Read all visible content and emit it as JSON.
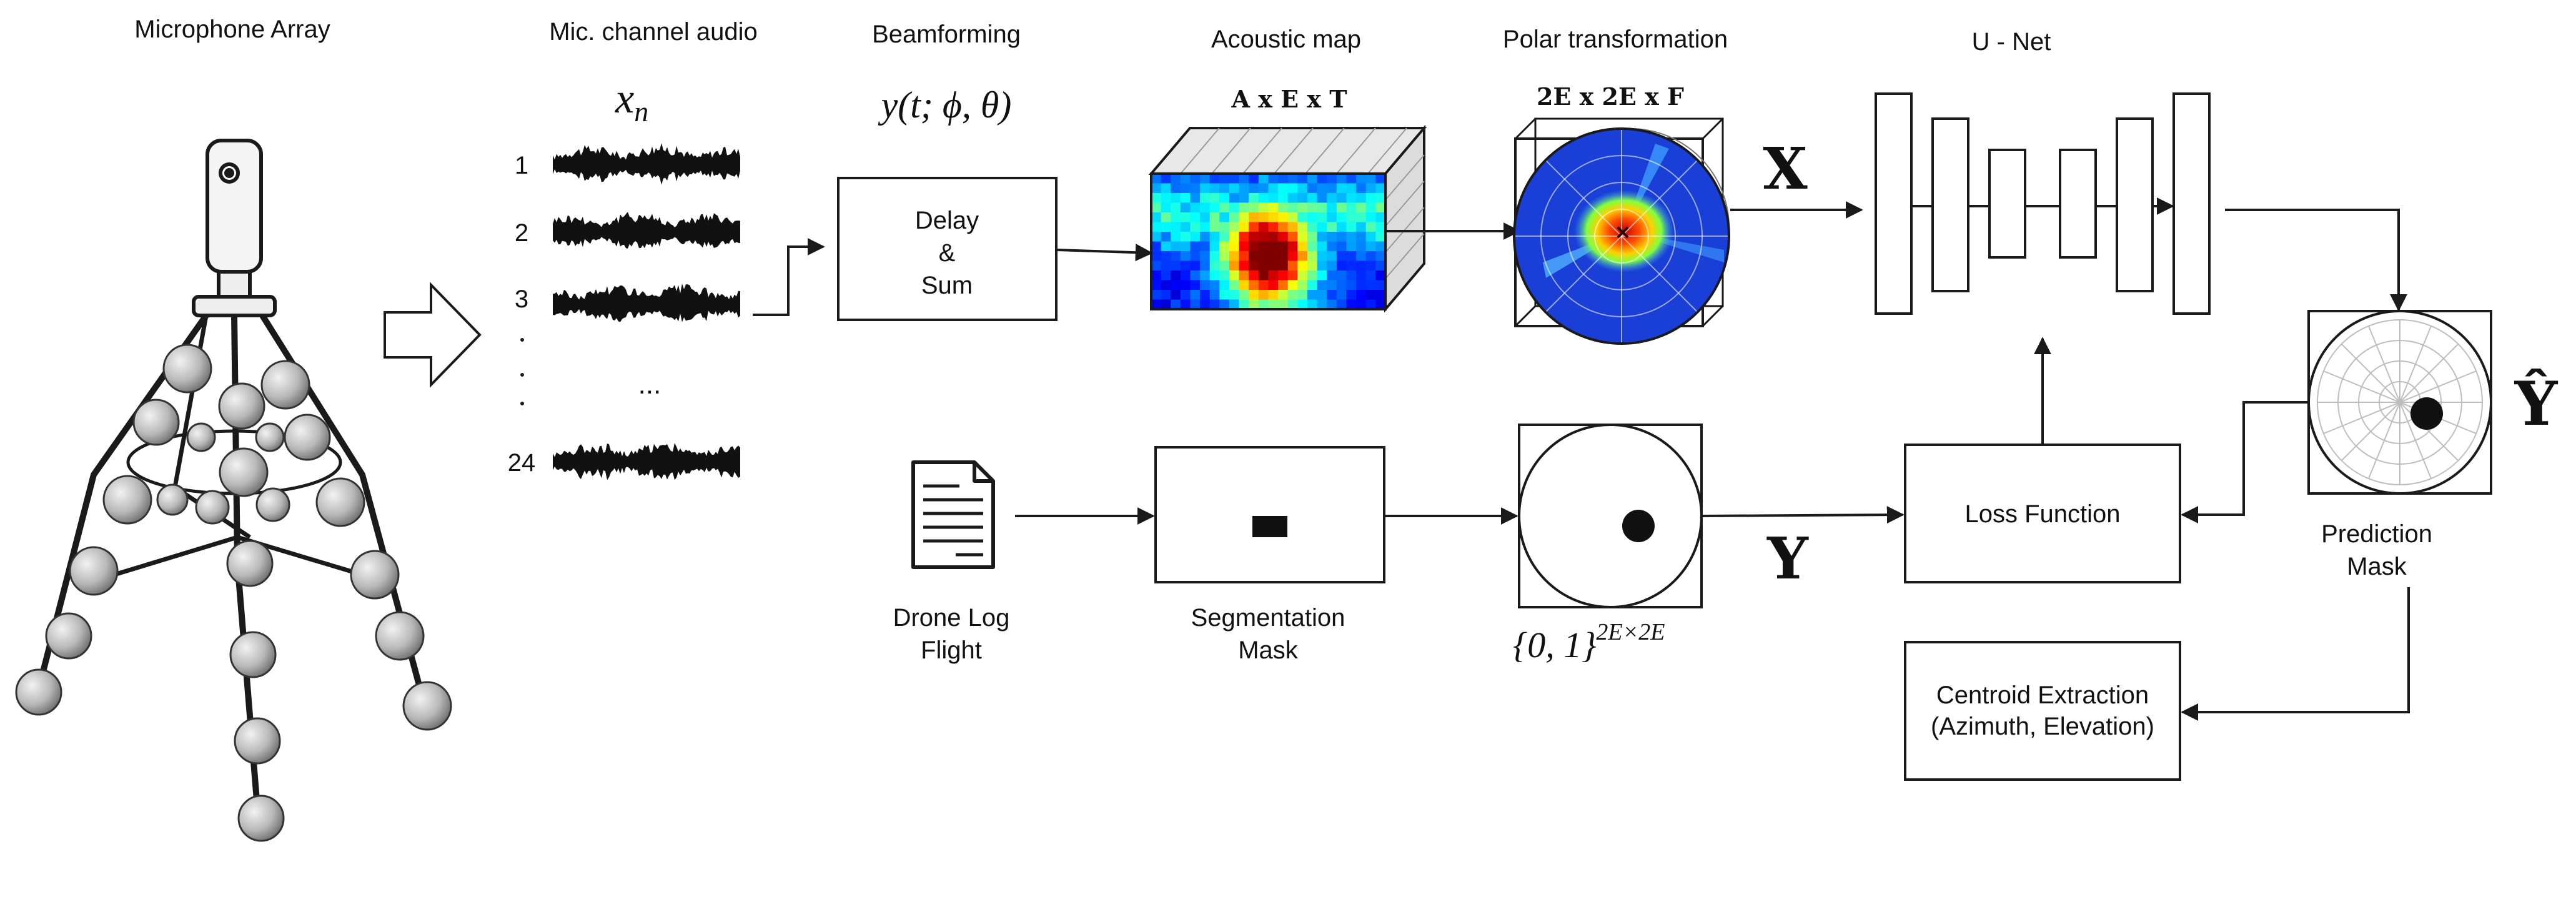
{
  "headers": {
    "microphone_array": "Microphone Array",
    "mic_channel_audio": "Mic. channel audio",
    "beamforming": "Beamforming",
    "acoustic_map": "Acoustic map",
    "polar_transformation": "Polar transformation",
    "unet": "U - Net"
  },
  "formulas": {
    "xn_base": "x",
    "xn_sub": "n",
    "beamforming": "y(t; ϕ, θ)",
    "acoustic_dims": "A x E x T",
    "polar_dims": "2E x 2E x F",
    "x_symbol": "X",
    "y_symbol": "Y",
    "y_hat_symbol": "Ŷ",
    "label_set_base": "{0, 1}",
    "label_set_exp": "2E×2E"
  },
  "channels": [
    "1",
    "2",
    "3",
    "24"
  ],
  "ellipsis": "...",
  "blocks": {
    "delay_sum": [
      "Delay",
      "&",
      "Sum"
    ],
    "loss_function": "Loss Function",
    "centroid": [
      "Centroid Extraction",
      "(Azimuth, Elevation)"
    ]
  },
  "labels": {
    "drone_log": [
      "Drone Log",
      "Flight"
    ],
    "segmentation_mask": [
      "Segmentation",
      "Mask"
    ],
    "prediction_mask": [
      "Prediction",
      "Mask"
    ]
  },
  "colors": {
    "stroke": "#1a1a1a",
    "heat_low": "#1a2bd6",
    "heat_high": "#c4000a",
    "polar_bg": "#1f46d8"
  }
}
